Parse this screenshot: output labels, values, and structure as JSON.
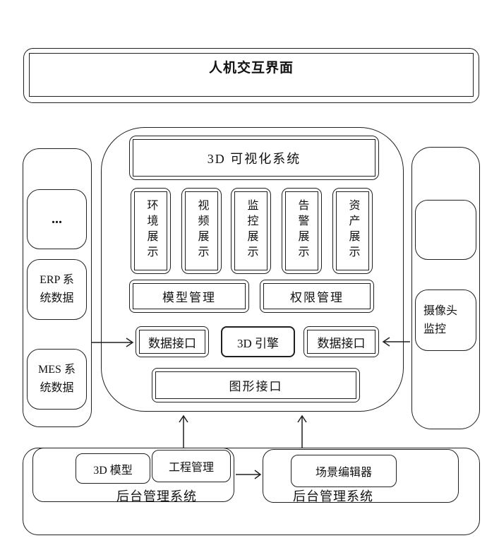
{
  "diagram": {
    "top_panel": {
      "title": "人机交互界面"
    },
    "left_panel": {
      "dots": "...",
      "erp": {
        "line1": "ERP 系",
        "line2": "统数据"
      },
      "mes": {
        "line1": "MES 系",
        "line2": "统数据"
      }
    },
    "center_system": {
      "title": "3D 可视化系统",
      "display_modules": [
        "环境展示",
        "视频展示",
        "监控展示",
        "告警展示",
        "资产展示"
      ],
      "model_mgmt": "模型管理",
      "permission_mgmt": "权限管理",
      "data_interface_left": "数据接口",
      "engine": "3D 引擎",
      "data_interface_right": "数据接口",
      "graphics_interface": "图形接口"
    },
    "right_panel": {
      "camera": {
        "line1": "摄像头",
        "line2": "监控"
      }
    },
    "bottom_panel": {
      "left_group": {
        "module1": "3D 模型",
        "module2": "工程管理",
        "label": "后台管理系统"
      },
      "right_group": {
        "module1": "场景编辑器",
        "label": "后台管理系统"
      }
    },
    "colors": {
      "line": "#1f1f1f",
      "background": "#ffffff"
    }
  }
}
